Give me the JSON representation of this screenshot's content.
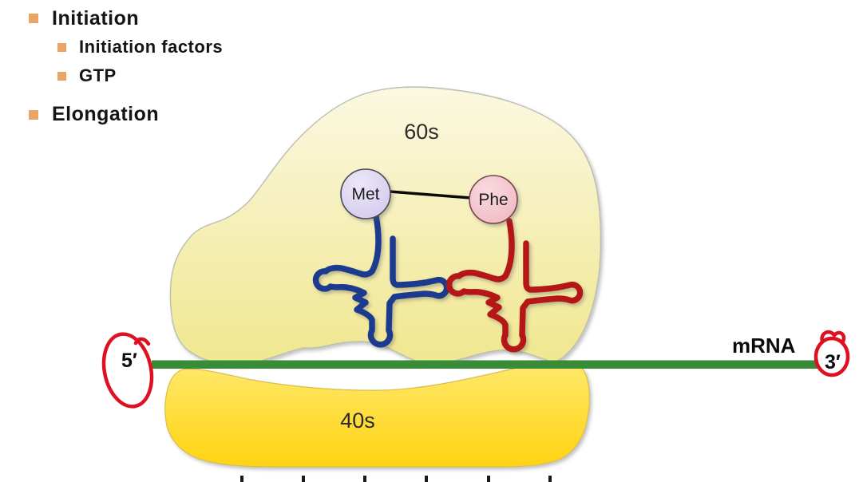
{
  "slide": {
    "bullets": {
      "initiation": "Initiation",
      "initiation_factors": "Initiation factors",
      "gtp": "GTP",
      "elongation": "Elongation"
    },
    "diagram": {
      "large_subunit": "60s",
      "small_subunit": "40s",
      "amino_acid_1": "Met",
      "amino_acid_2": "Phe",
      "mrna": "mRNA",
      "five_prime": "5′",
      "three_prime": "3′"
    },
    "colors": {
      "bullet_orange": "#E9A566",
      "ribosome_large_fill_top": "#FAF7DA",
      "ribosome_large_fill_bottom": "#F0E78F",
      "ribosome_small_fill_top": "#FFE970",
      "ribosome_small_fill_bottom": "#FFD315",
      "trna_met_blue": "#1E3A8F",
      "trna_phe_red": "#B51414",
      "mrna_green": "#3A8B38",
      "annotation_red": "#DD1122",
      "met_circle_fill": "#D9D2F0",
      "phe_circle_fill": "#F4C2CB"
    }
  }
}
